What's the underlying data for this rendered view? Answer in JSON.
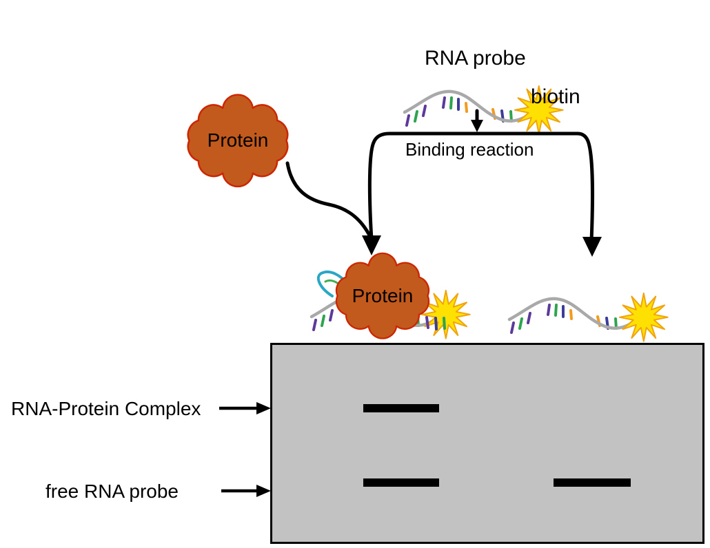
{
  "labels": {
    "rna_probe": "RNA probe",
    "biotin": "biotin",
    "binding_reaction": "Binding reaction",
    "protein_input": "Protein",
    "protein_complex": "Protein",
    "row_complex": "RNA-Protein Complex",
    "row_free_probe": "free RNA probe"
  },
  "colors": {
    "background": "#ffffff",
    "text_color": "#000000",
    "protein_fill": "#c2591d",
    "protein_outline": "#cc2600",
    "biotin_star_fill": "#ffe003",
    "biotin_star_outline": "#f0a30a",
    "rna_strand": "#a9a9a9",
    "nucleotide_purple": "#5b3a9b",
    "nucleotide_green": "#2fa44e",
    "nucleotide_indigo": "#3b3b98",
    "nucleotide_orange": "#f49a1f",
    "hairpin_teal": "#2aa7c4",
    "hairpin_green": "#3fae4f",
    "hairpin_yellow": "#e8c21a",
    "gel_fill": "#c2c2c2",
    "gel_border": "#000000",
    "band_color": "#000000",
    "arrow_color": "#000000"
  }
}
